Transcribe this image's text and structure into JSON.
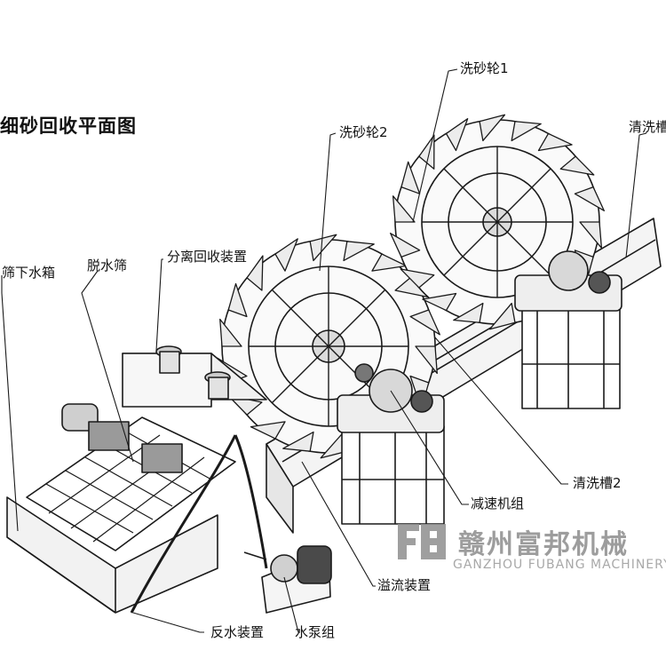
{
  "title": "细砂回收平面图",
  "labels": {
    "wheel1": "洗砂轮1",
    "wheel2": "洗砂轮2",
    "tank1": "清洗槽",
    "tank2": "清洗槽2",
    "sieve_tank": "筛下水箱",
    "dewatering_screen": "脱水筛",
    "separation": "分离回收装置",
    "reducer": "减速机组",
    "overflow": "溢流装置",
    "backwater": "反水装置",
    "pump": "水泵组"
  },
  "watermark": {
    "name_cn": "赣州富邦机械",
    "name_en": "GANZHOU FUBANG MACHINERY"
  }
}
